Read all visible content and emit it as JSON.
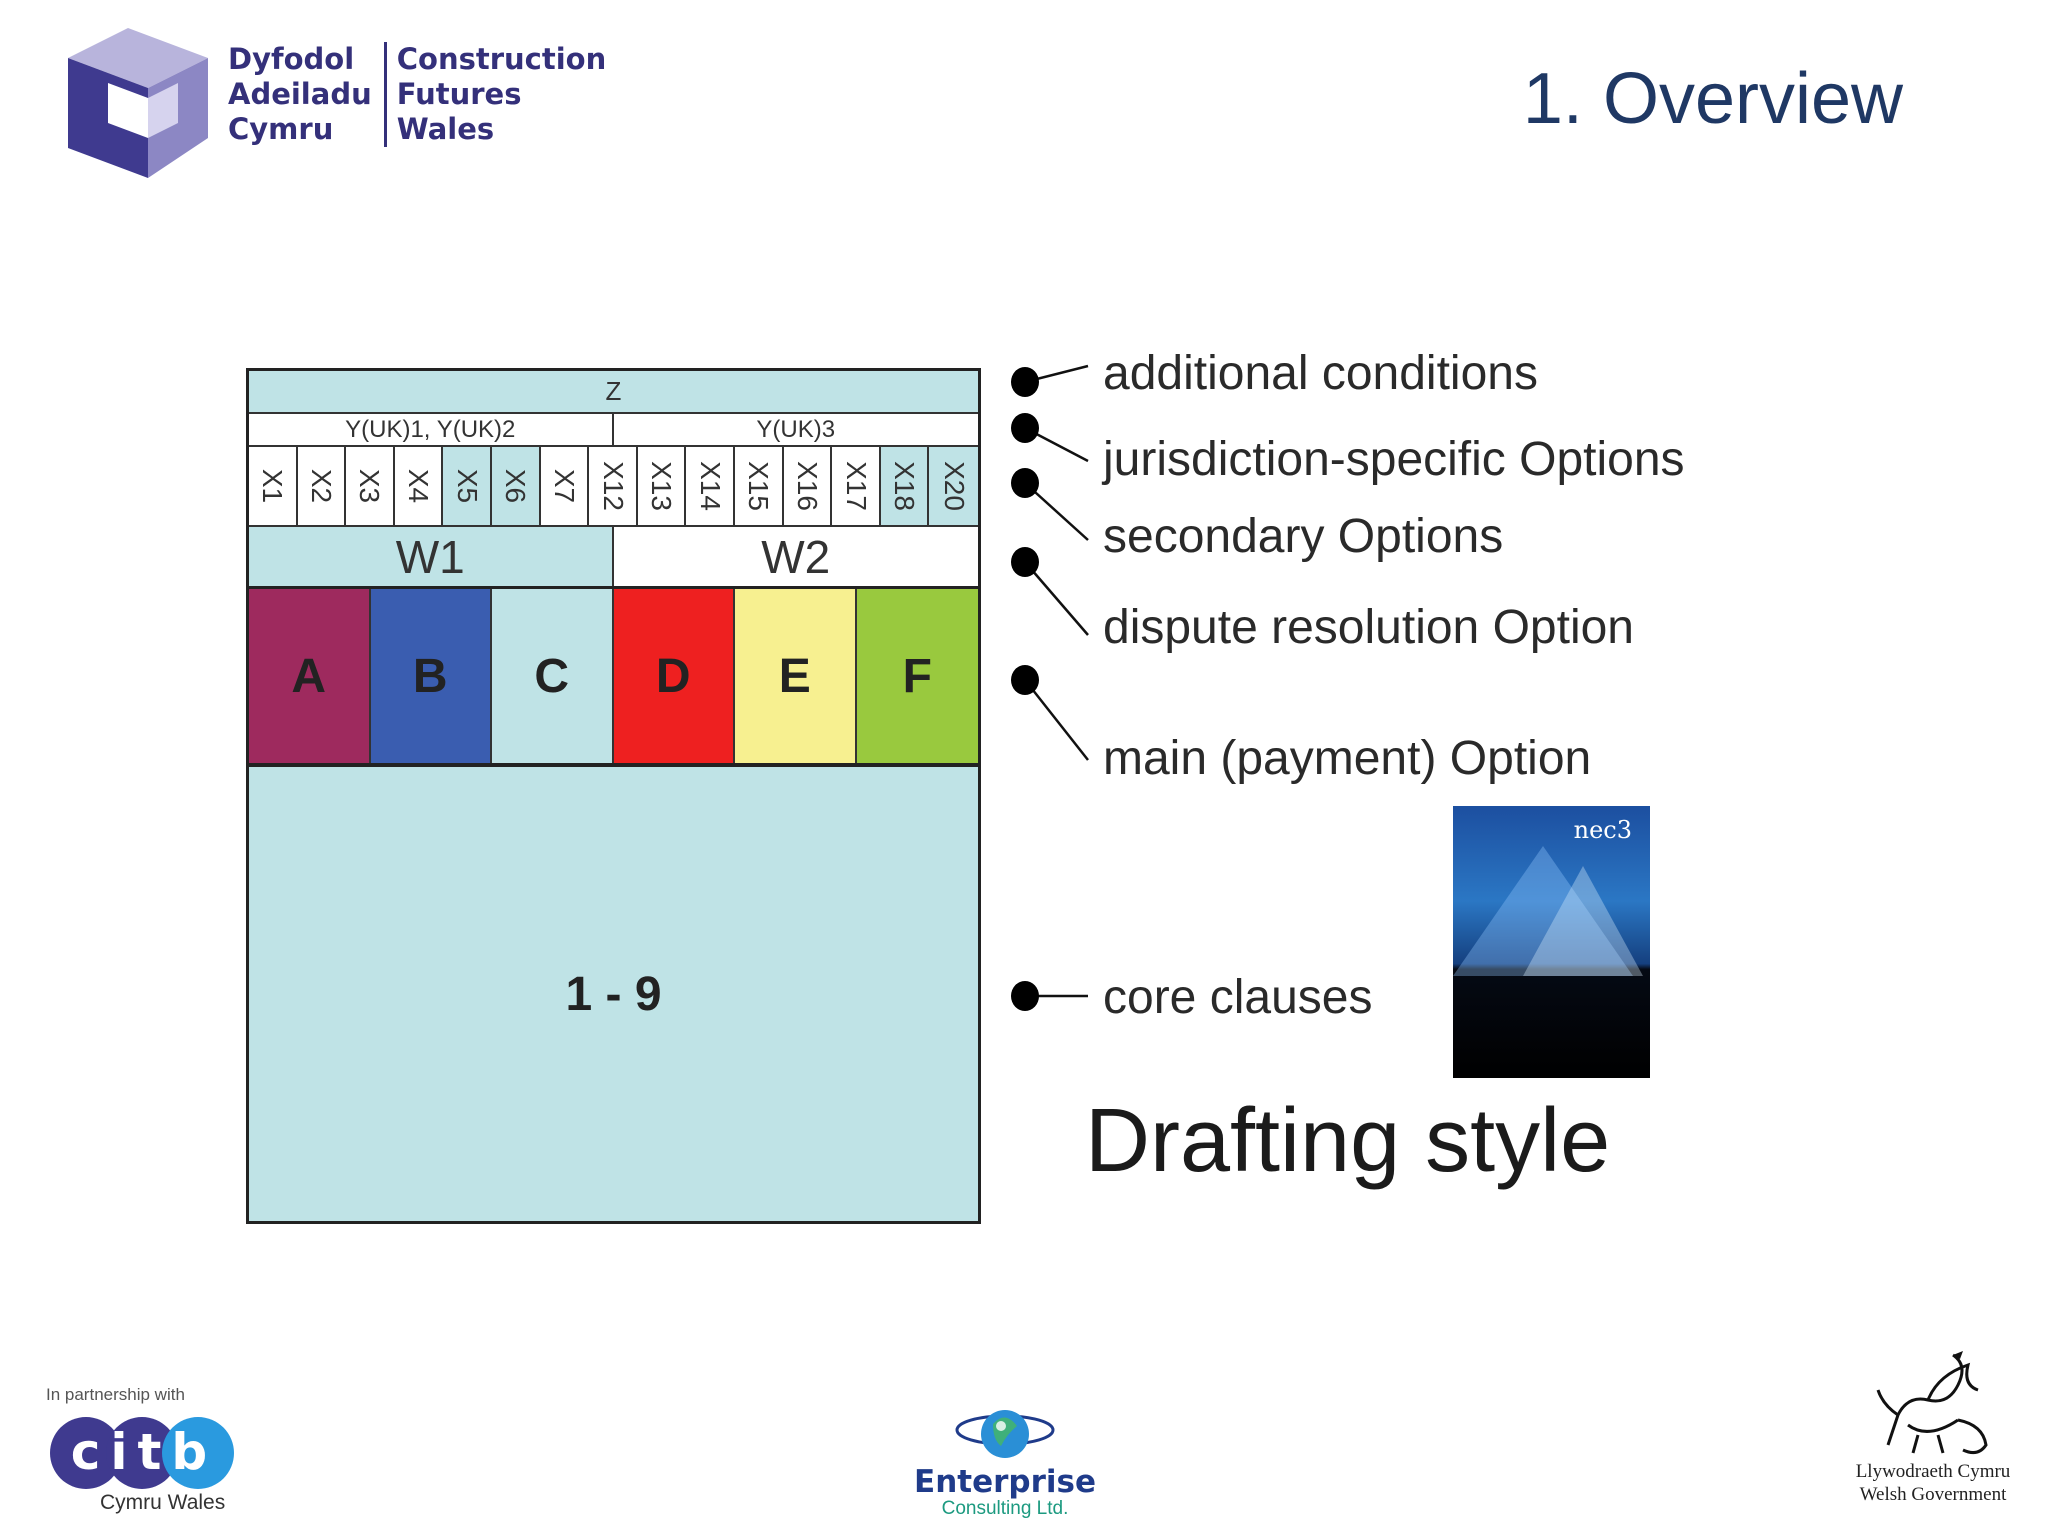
{
  "header": {
    "logo_left": [
      "Dyfodol",
      "Adeiladu",
      "Cymru"
    ],
    "logo_right": [
      "Construction",
      "Futures",
      "Wales"
    ],
    "title": "1. Overview"
  },
  "diagram": {
    "z": "Z",
    "y": [
      "Y(UK)1, Y(UK)2",
      "Y(UK)3"
    ],
    "x": [
      "X1",
      "X2",
      "X3",
      "X4",
      "X5",
      "X6",
      "X7",
      "X12",
      "X13",
      "X14",
      "X15",
      "X16",
      "X17",
      "X18",
      "X20"
    ],
    "w": [
      "W1",
      "W2"
    ],
    "main": [
      {
        "label": "A",
        "color": "#9e2a5e"
      },
      {
        "label": "B",
        "color": "#3a5db0"
      },
      {
        "label": "C",
        "color": "#bfe3e6"
      },
      {
        "label": "D",
        "color": "#ee2020"
      },
      {
        "label": "E",
        "color": "#f7f090"
      },
      {
        "label": "F",
        "color": "#99c93e"
      }
    ],
    "core": "1 - 9",
    "highlight_colour": "#bfe3e6"
  },
  "labels": {
    "additional": "additional conditions",
    "jurisdiction": "jurisdiction-specific Options",
    "secondary": "secondary Options",
    "dispute": "dispute resolution Option",
    "main": "main (payment) Option",
    "core": "core clauses"
  },
  "book": {
    "brand": "nec3"
  },
  "drafting": "Drafting style",
  "footer": {
    "citb_tag": "In partnership with",
    "citb_logo": "citb",
    "citb_sub": "Cymru Wales",
    "enterprise_name": "Enterprise",
    "enterprise_sub": "Consulting Ltd.",
    "welsh_1": "Llywodraeth Cymru",
    "welsh_2": "Welsh Government"
  }
}
